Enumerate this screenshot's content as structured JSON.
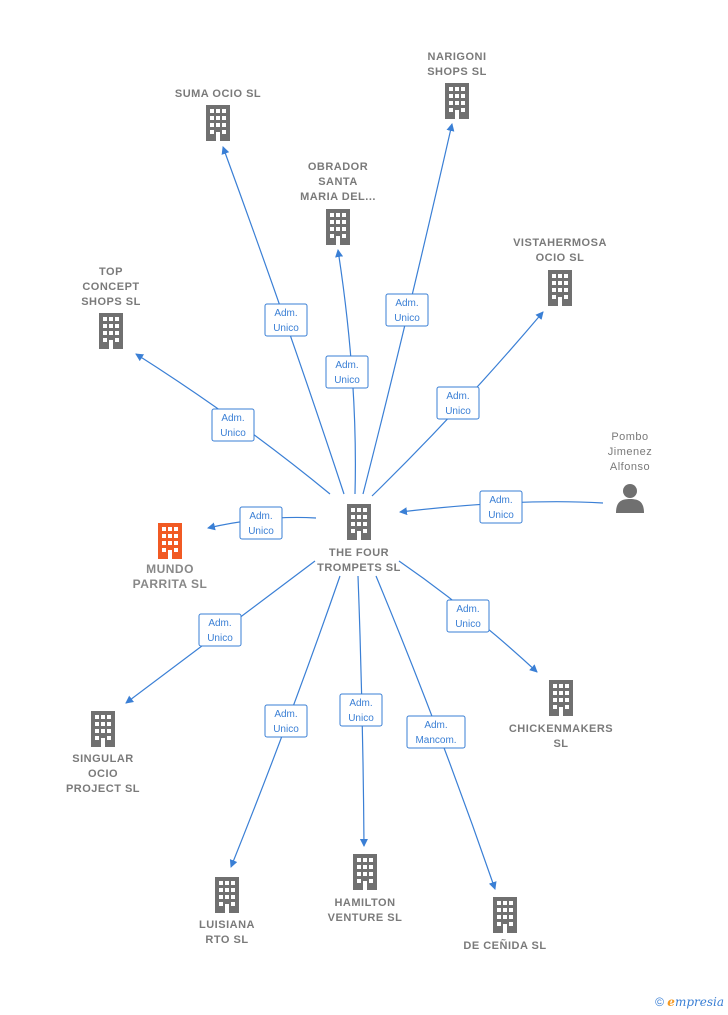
{
  "colors": {
    "edge": "#3a7fd5",
    "company_icon": "#707070",
    "highlight_icon": "#f15a24",
    "person_icon": "#707070"
  },
  "center": {
    "id": "four_trompets",
    "label": [
      "THE FOUR",
      "TROMPETS  SL"
    ]
  },
  "nodes": [
    {
      "id": "suma",
      "type": "company",
      "label": [
        "SUMA OCIO  SL"
      ]
    },
    {
      "id": "narigoni",
      "type": "company",
      "label": [
        "NARIGONI",
        "SHOPS  SL"
      ]
    },
    {
      "id": "obrador",
      "type": "company",
      "label": [
        "OBRADOR",
        "SANTA",
        "MARIA DEL..."
      ]
    },
    {
      "id": "vista",
      "type": "company",
      "label": [
        "VISTAHERMOSA",
        "OCIO  SL"
      ]
    },
    {
      "id": "top",
      "type": "company",
      "label": [
        "TOP",
        "CONCEPT",
        "SHOPS  SL"
      ]
    },
    {
      "id": "pombo",
      "type": "person",
      "label": [
        "Pombo",
        "Jimenez",
        "Alfonso"
      ]
    },
    {
      "id": "mundo",
      "type": "highlight",
      "label": [
        "MUNDO",
        "PARRITA  SL"
      ]
    },
    {
      "id": "chicken",
      "type": "company",
      "label": [
        "CHICKENMAKERS",
        "SL"
      ]
    },
    {
      "id": "singular",
      "type": "company",
      "label": [
        "SINGULAR",
        "OCIO",
        "PROJECT  SL"
      ]
    },
    {
      "id": "luisiana",
      "type": "company",
      "label": [
        "LUISIANA",
        "RTO  SL"
      ]
    },
    {
      "id": "hamilton",
      "type": "company",
      "label": [
        "HAMILTON",
        "VENTURE  SL"
      ]
    },
    {
      "id": "cenida",
      "type": "company",
      "label": [
        "DE CEÑIDA  SL"
      ]
    }
  ],
  "edges": [
    {
      "from": "four_trompets",
      "to": "suma",
      "label": [
        "Adm.",
        "Unico"
      ]
    },
    {
      "from": "four_trompets",
      "to": "narigoni",
      "label": [
        "Adm.",
        "Unico"
      ]
    },
    {
      "from": "four_trompets",
      "to": "obrador",
      "label": [
        "Adm.",
        "Unico"
      ]
    },
    {
      "from": "four_trompets",
      "to": "vista",
      "label": [
        "Adm.",
        "Unico"
      ]
    },
    {
      "from": "four_trompets",
      "to": "top",
      "label": [
        "Adm.",
        "Unico"
      ]
    },
    {
      "from": "pombo",
      "to": "four_trompets",
      "label": [
        "Adm.",
        "Unico"
      ]
    },
    {
      "from": "four_trompets",
      "to": "mundo",
      "label": [
        "Adm.",
        "Unico"
      ]
    },
    {
      "from": "four_trompets",
      "to": "chicken",
      "label": [
        "Adm.",
        "Unico"
      ]
    },
    {
      "from": "four_trompets",
      "to": "singular",
      "label": [
        "Adm.",
        "Unico"
      ]
    },
    {
      "from": "four_trompets",
      "to": "luisiana",
      "label": [
        "Adm.",
        "Unico"
      ]
    },
    {
      "from": "four_trompets",
      "to": "hamilton",
      "label": [
        "Adm.",
        "Unico"
      ]
    },
    {
      "from": "four_trompets",
      "to": "cenida",
      "label": [
        "Adm.",
        "Mancom."
      ]
    }
  ],
  "footer": {
    "copyright": "©",
    "brand_initial": "e",
    "brand_rest": "mpresia"
  }
}
